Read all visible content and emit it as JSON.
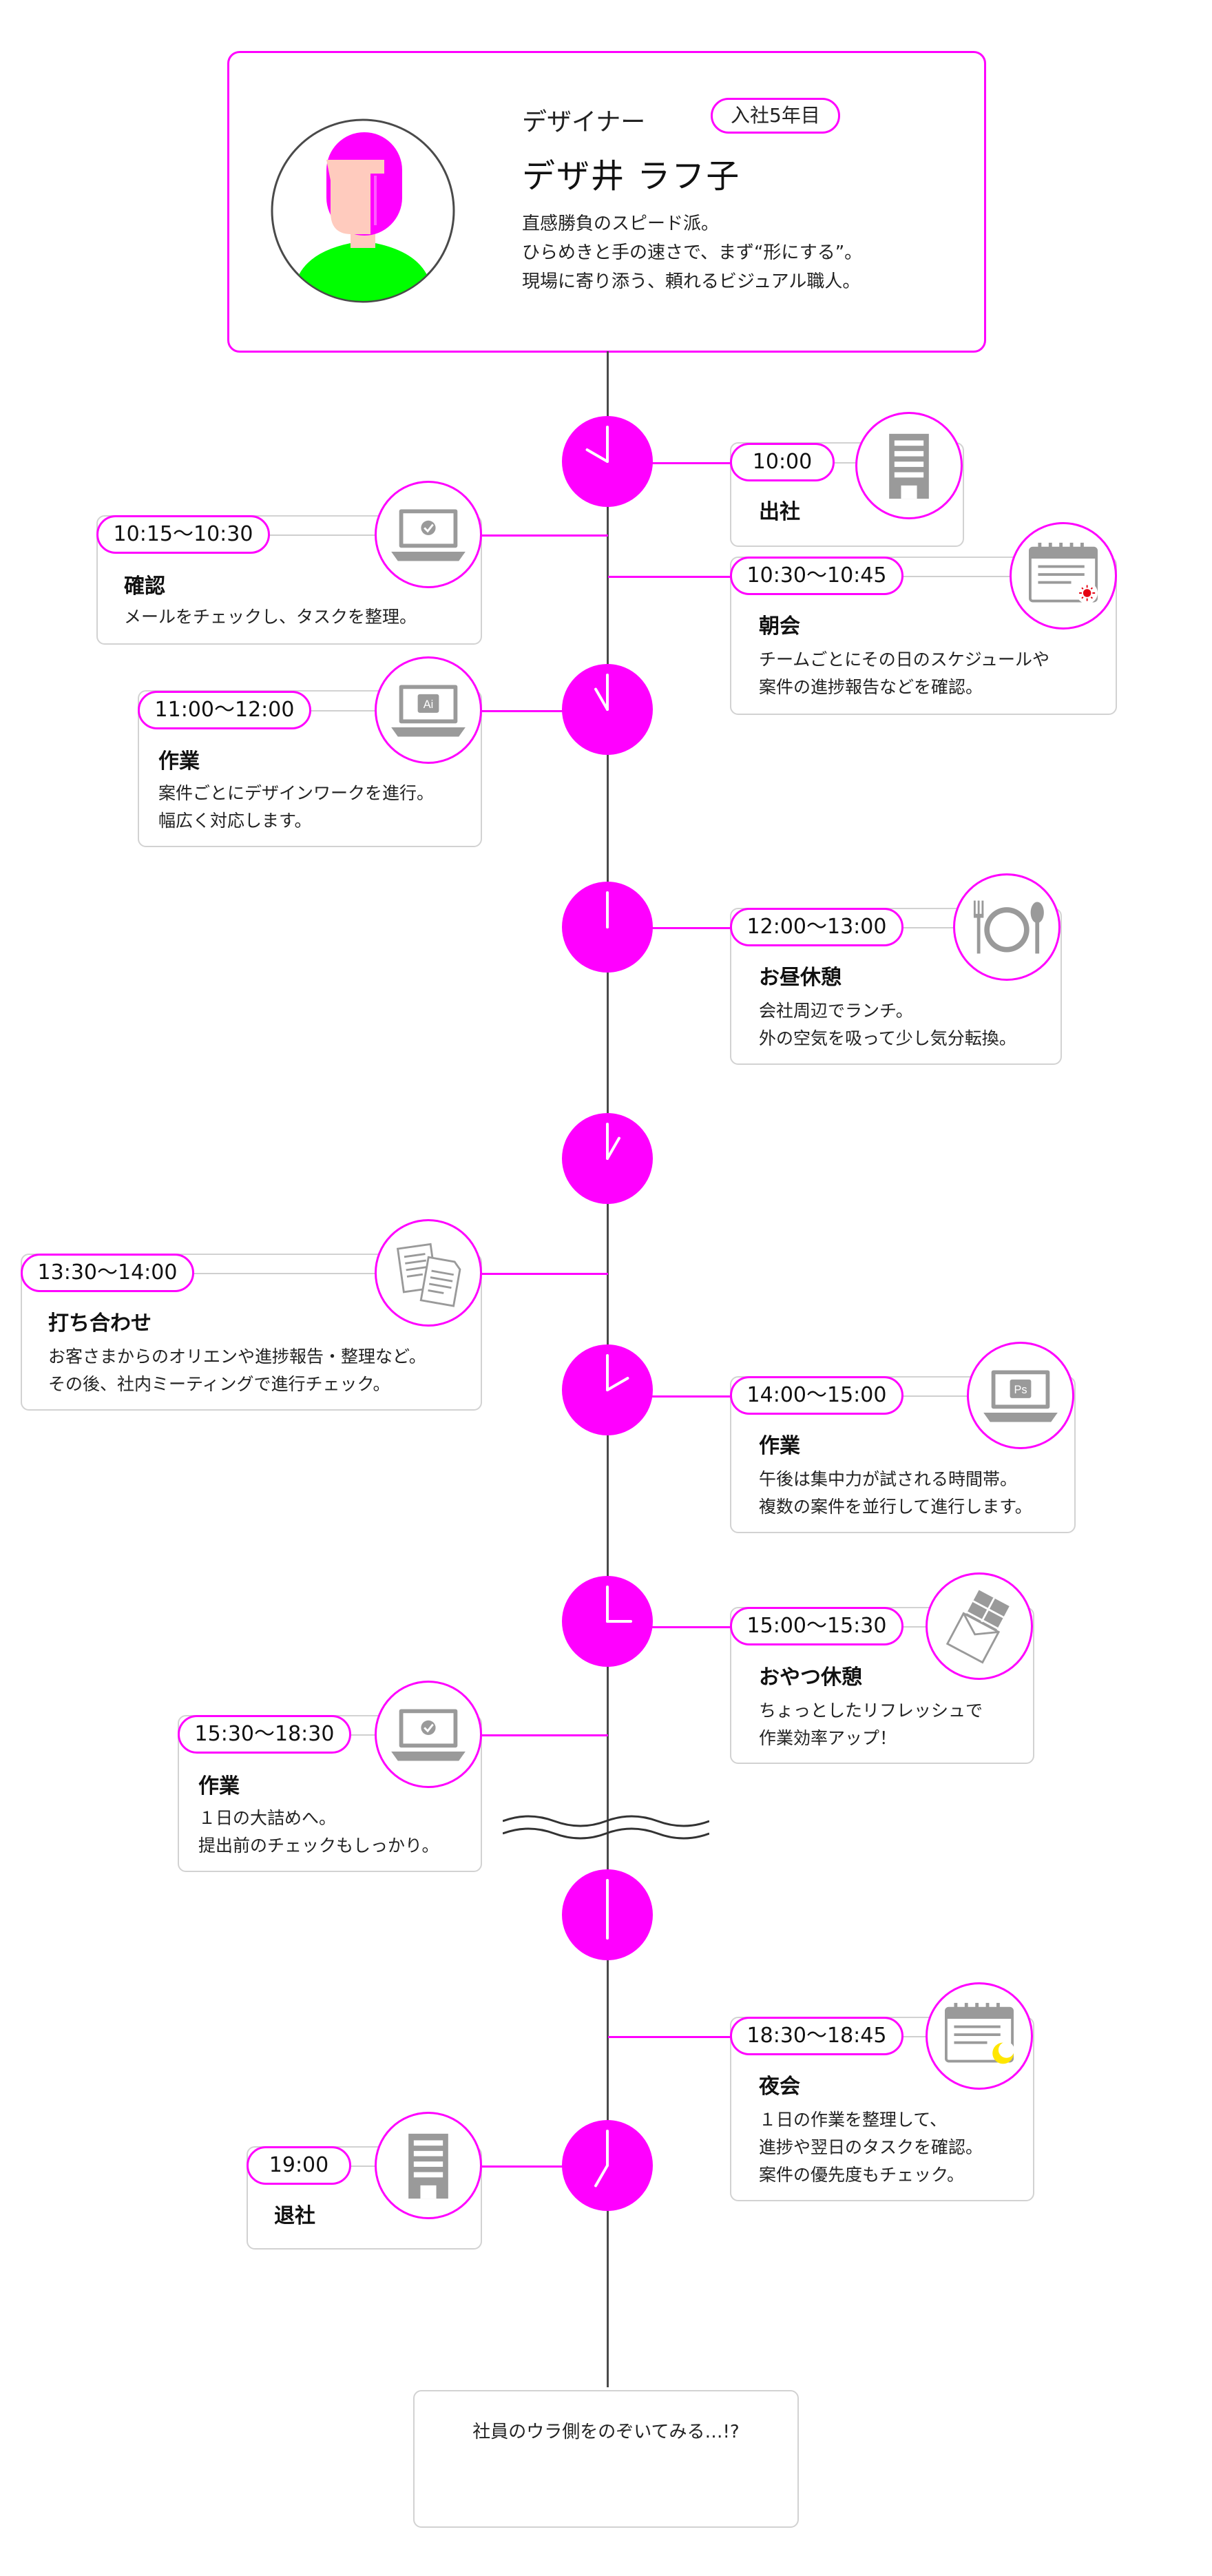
{
  "profile": {
    "role": "デザイナー",
    "tenure": "入社5年目",
    "name": "デザ井 ラフ子",
    "bio": [
      "直感勝負のスピード派。",
      "ひらめきと手の速さで、まず“形にする”。",
      "現場に寄り添う、頼れるビジュアル職人。"
    ]
  },
  "schedule": [
    {
      "time": "10:00",
      "title": "出社",
      "desc": [],
      "icon": "building-icon"
    },
    {
      "time": "10:15〜10:30",
      "title": "確認",
      "desc": [
        "メールをチェックし、タスクを整理。"
      ],
      "icon": "laptop-check-icon"
    },
    {
      "time": "10:30〜10:45",
      "title": "朝会",
      "desc": [
        "チームごとにその日のスケジュールや",
        "案件の進捗報告などを確認。"
      ],
      "icon": "calendar-sun-icon"
    },
    {
      "time": "11:00〜12:00",
      "title": "作業",
      "desc": [
        "案件ごとにデザインワークを進行。",
        "幅広く対応します。"
      ],
      "icon": "laptop-ai-icon",
      "icon_text": "Ai"
    },
    {
      "time": "12:00〜13:00",
      "title": "お昼休憩",
      "desc": [
        "会社周辺でランチ。",
        "外の空気を吸って少し気分転換。"
      ],
      "icon": "fork-spoon-plate-icon"
    },
    {
      "time": "13:30〜14:00",
      "title": "打ち合わせ",
      "desc": [
        "お客さまからのオリエンや進捗報告・整理など。",
        "その後、社内ミーティングで進行チェック。"
      ],
      "icon": "documents-icon"
    },
    {
      "time": "14:00〜15:00",
      "title": "作業",
      "desc": [
        "午後は集中力が試される時間帯。",
        "複数の案件を並行して進行します。"
      ],
      "icon": "laptop-ps-icon",
      "icon_text": "Ps"
    },
    {
      "time": "15:00〜15:30",
      "title": "おやつ休憩",
      "desc": [
        "ちょっとしたリフレッシュで",
        "作業効率アップ！"
      ],
      "icon": "chocolate-icon"
    },
    {
      "time": "15:30〜18:30",
      "title": "作業",
      "desc": [
        "１日の大詰めへ。",
        "提出前のチェックもしっかり。"
      ],
      "icon": "laptop-check-icon"
    },
    {
      "time": "18:30〜18:45",
      "title": "夜会",
      "desc": [
        "１日の作業を整理して、",
        "進捗や翌日のタスクを確認。",
        "案件の優先度もチェック。"
      ],
      "icon": "calendar-moon-icon"
    },
    {
      "time": "19:00",
      "title": "退社",
      "desc": [],
      "icon": "building-icon"
    }
  ],
  "clocks": [
    {
      "time": "10:00",
      "hour": 10,
      "minute": 0
    },
    {
      "time": "11:00",
      "hour": 11,
      "minute": 0
    },
    {
      "time": "12:00",
      "hour": 12,
      "minute": 0
    },
    {
      "time": "13:00",
      "hour": 13,
      "minute": 0
    },
    {
      "time": "14:00",
      "hour": 14,
      "minute": 0
    },
    {
      "time": "15:00",
      "hour": 15,
      "minute": 0
    },
    {
      "time": "18:00",
      "hour": 18,
      "minute": 0
    },
    {
      "time": "19:00",
      "hour": 19,
      "minute": 0
    }
  ],
  "footer": {
    "teaser": "社員のウラ側をのぞいてみる…!?"
  },
  "colors": {
    "accent": "#ff00ff",
    "green": "#00ff00",
    "skin": "#ffcbbe",
    "gray": "#9a9a9a",
    "line": "#4a4a4a",
    "border": "#d2d2d2"
  }
}
